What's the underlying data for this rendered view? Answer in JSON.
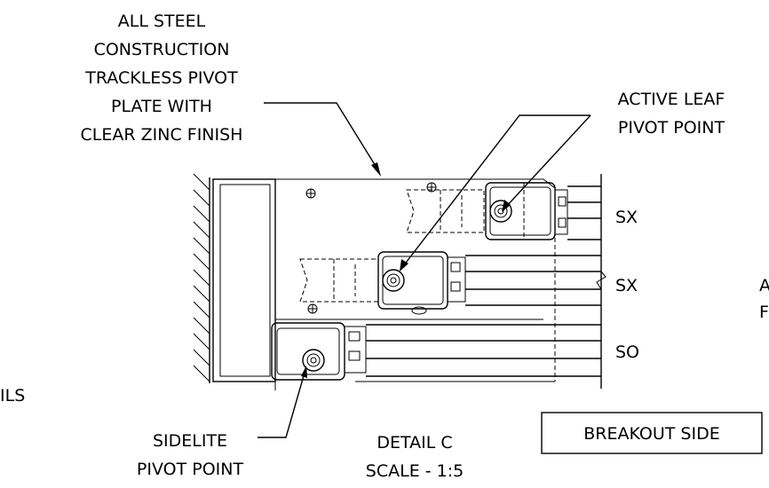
{
  "labels": {
    "steel_plate": [
      "ALL STEEL",
      "CONSTRUCTION",
      "TRACKLESS PIVOT",
      "PLATE WITH",
      "CLEAR ZINC FINISH"
    ],
    "active_leaf": [
      "ACTIVE LEAF",
      "PIVOT POINT"
    ],
    "sidelite": [
      "SIDELITE",
      "PIVOT POINT"
    ],
    "detail": [
      "DETAIL C",
      "SCALE - 1:5"
    ],
    "breakout": "BREAKOUT SIDE",
    "panel_sx_top": "SX",
    "panel_sx_mid": "SX",
    "panel_so": "SO",
    "cut_left": "ILS",
    "cut_right_1": "A",
    "cut_right_2": "F"
  }
}
